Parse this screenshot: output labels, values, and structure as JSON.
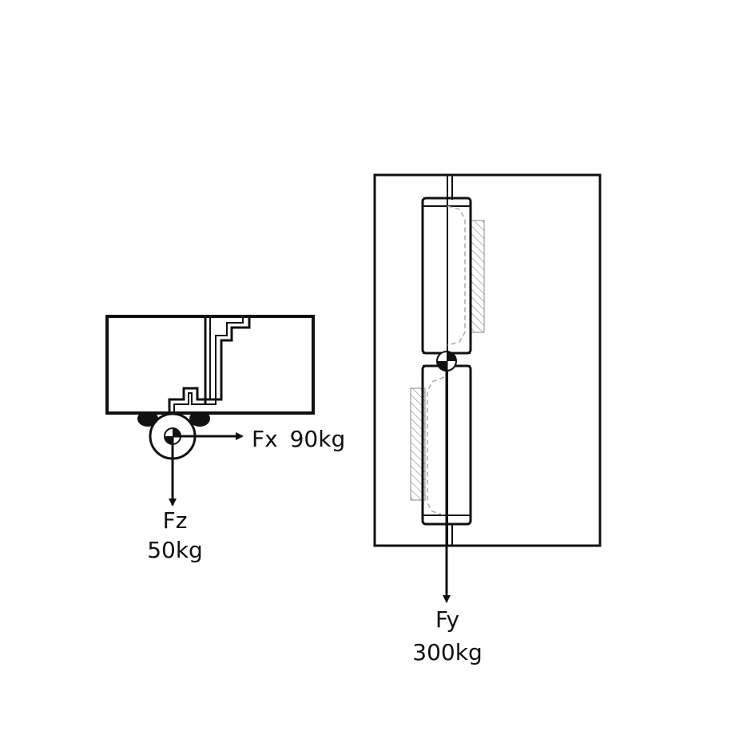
{
  "forces": {
    "fx": {
      "name": "Fx",
      "value": "90kg"
    },
    "fz": {
      "name": "Fz",
      "value": "50kg"
    },
    "fy": {
      "name": "Fy",
      "value": "300kg"
    }
  },
  "colors": {
    "line": "#111111",
    "hatch": "#888888",
    "hidden_line": "#aaaaaa",
    "background": "#ffffff"
  }
}
